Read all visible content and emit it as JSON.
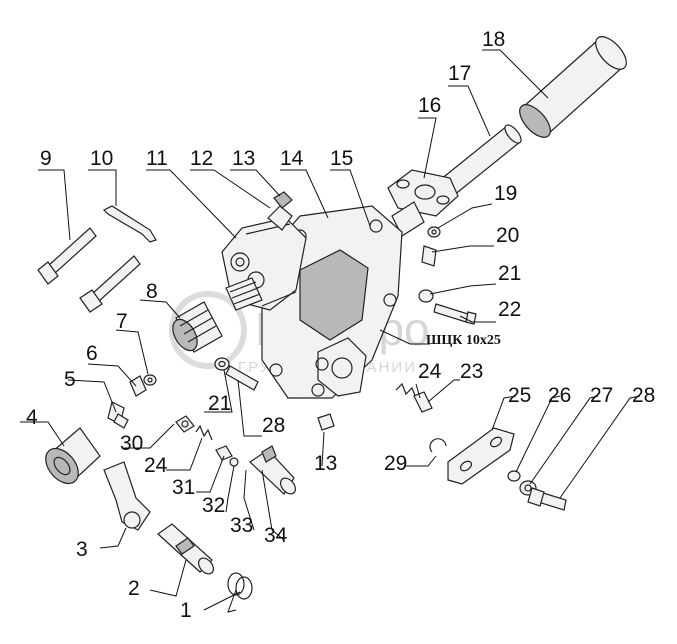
{
  "callouts": [
    {
      "num": "1"
    },
    {
      "num": "2"
    },
    {
      "num": "3"
    },
    {
      "num": "4"
    },
    {
      "num": "5"
    },
    {
      "num": "6"
    },
    {
      "num": "7"
    },
    {
      "num": "8"
    },
    {
      "num": "9"
    },
    {
      "num": "10"
    },
    {
      "num": "11"
    },
    {
      "num": "12"
    },
    {
      "num": "13"
    },
    {
      "num": "14"
    },
    {
      "num": "15"
    },
    {
      "num": "16"
    },
    {
      "num": "17"
    },
    {
      "num": "18"
    },
    {
      "num": "19"
    },
    {
      "num": "20"
    },
    {
      "num": "21"
    },
    {
      "num": "22"
    },
    {
      "num": "21"
    },
    {
      "num": "28"
    },
    {
      "num": "24"
    },
    {
      "num": "23"
    },
    {
      "num": "13"
    },
    {
      "num": "25"
    },
    {
      "num": "26"
    },
    {
      "num": "27"
    },
    {
      "num": "28"
    },
    {
      "num": "29"
    },
    {
      "num": "30"
    },
    {
      "num": "24"
    },
    {
      "num": "31"
    },
    {
      "num": "32"
    },
    {
      "num": "33"
    },
    {
      "num": "34"
    }
  ],
  "spec_label": "ШЦК 10x25",
  "watermark": {
    "brand": "Белагро",
    "subtitle": "ГРУППА КОМПАНИИ"
  }
}
